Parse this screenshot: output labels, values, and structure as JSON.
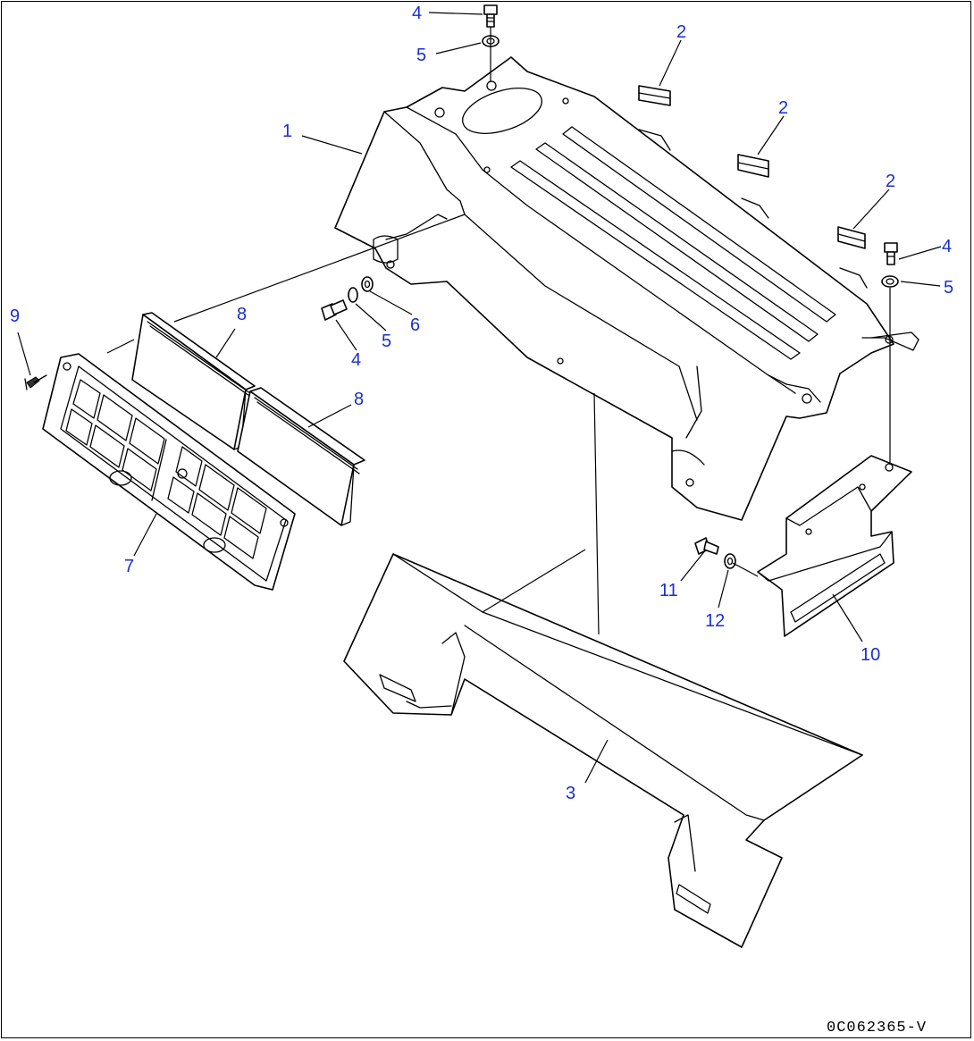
{
  "drawing_number": "0C062365-V",
  "colors": {
    "callout": "#1a2fd1",
    "line": "#000000",
    "background": "#ffffff"
  },
  "callouts": [
    {
      "id": "c-1",
      "text": "1"
    },
    {
      "id": "c-2a",
      "text": "2"
    },
    {
      "id": "c-2b",
      "text": "2"
    },
    {
      "id": "c-2c",
      "text": "2"
    },
    {
      "id": "c-3",
      "text": "3"
    },
    {
      "id": "c-4a",
      "text": "4"
    },
    {
      "id": "c-4b",
      "text": "4"
    },
    {
      "id": "c-4c",
      "text": "4"
    },
    {
      "id": "c-5a",
      "text": "5"
    },
    {
      "id": "c-5b",
      "text": "5"
    },
    {
      "id": "c-5c",
      "text": "5"
    },
    {
      "id": "c-6",
      "text": "6"
    },
    {
      "id": "c-7",
      "text": "7"
    },
    {
      "id": "c-8a",
      "text": "8"
    },
    {
      "id": "c-8b",
      "text": "8"
    },
    {
      "id": "c-9",
      "text": "9"
    },
    {
      "id": "c-10",
      "text": "10"
    },
    {
      "id": "c-11",
      "text": "11"
    },
    {
      "id": "c-12",
      "text": "12"
    }
  ]
}
